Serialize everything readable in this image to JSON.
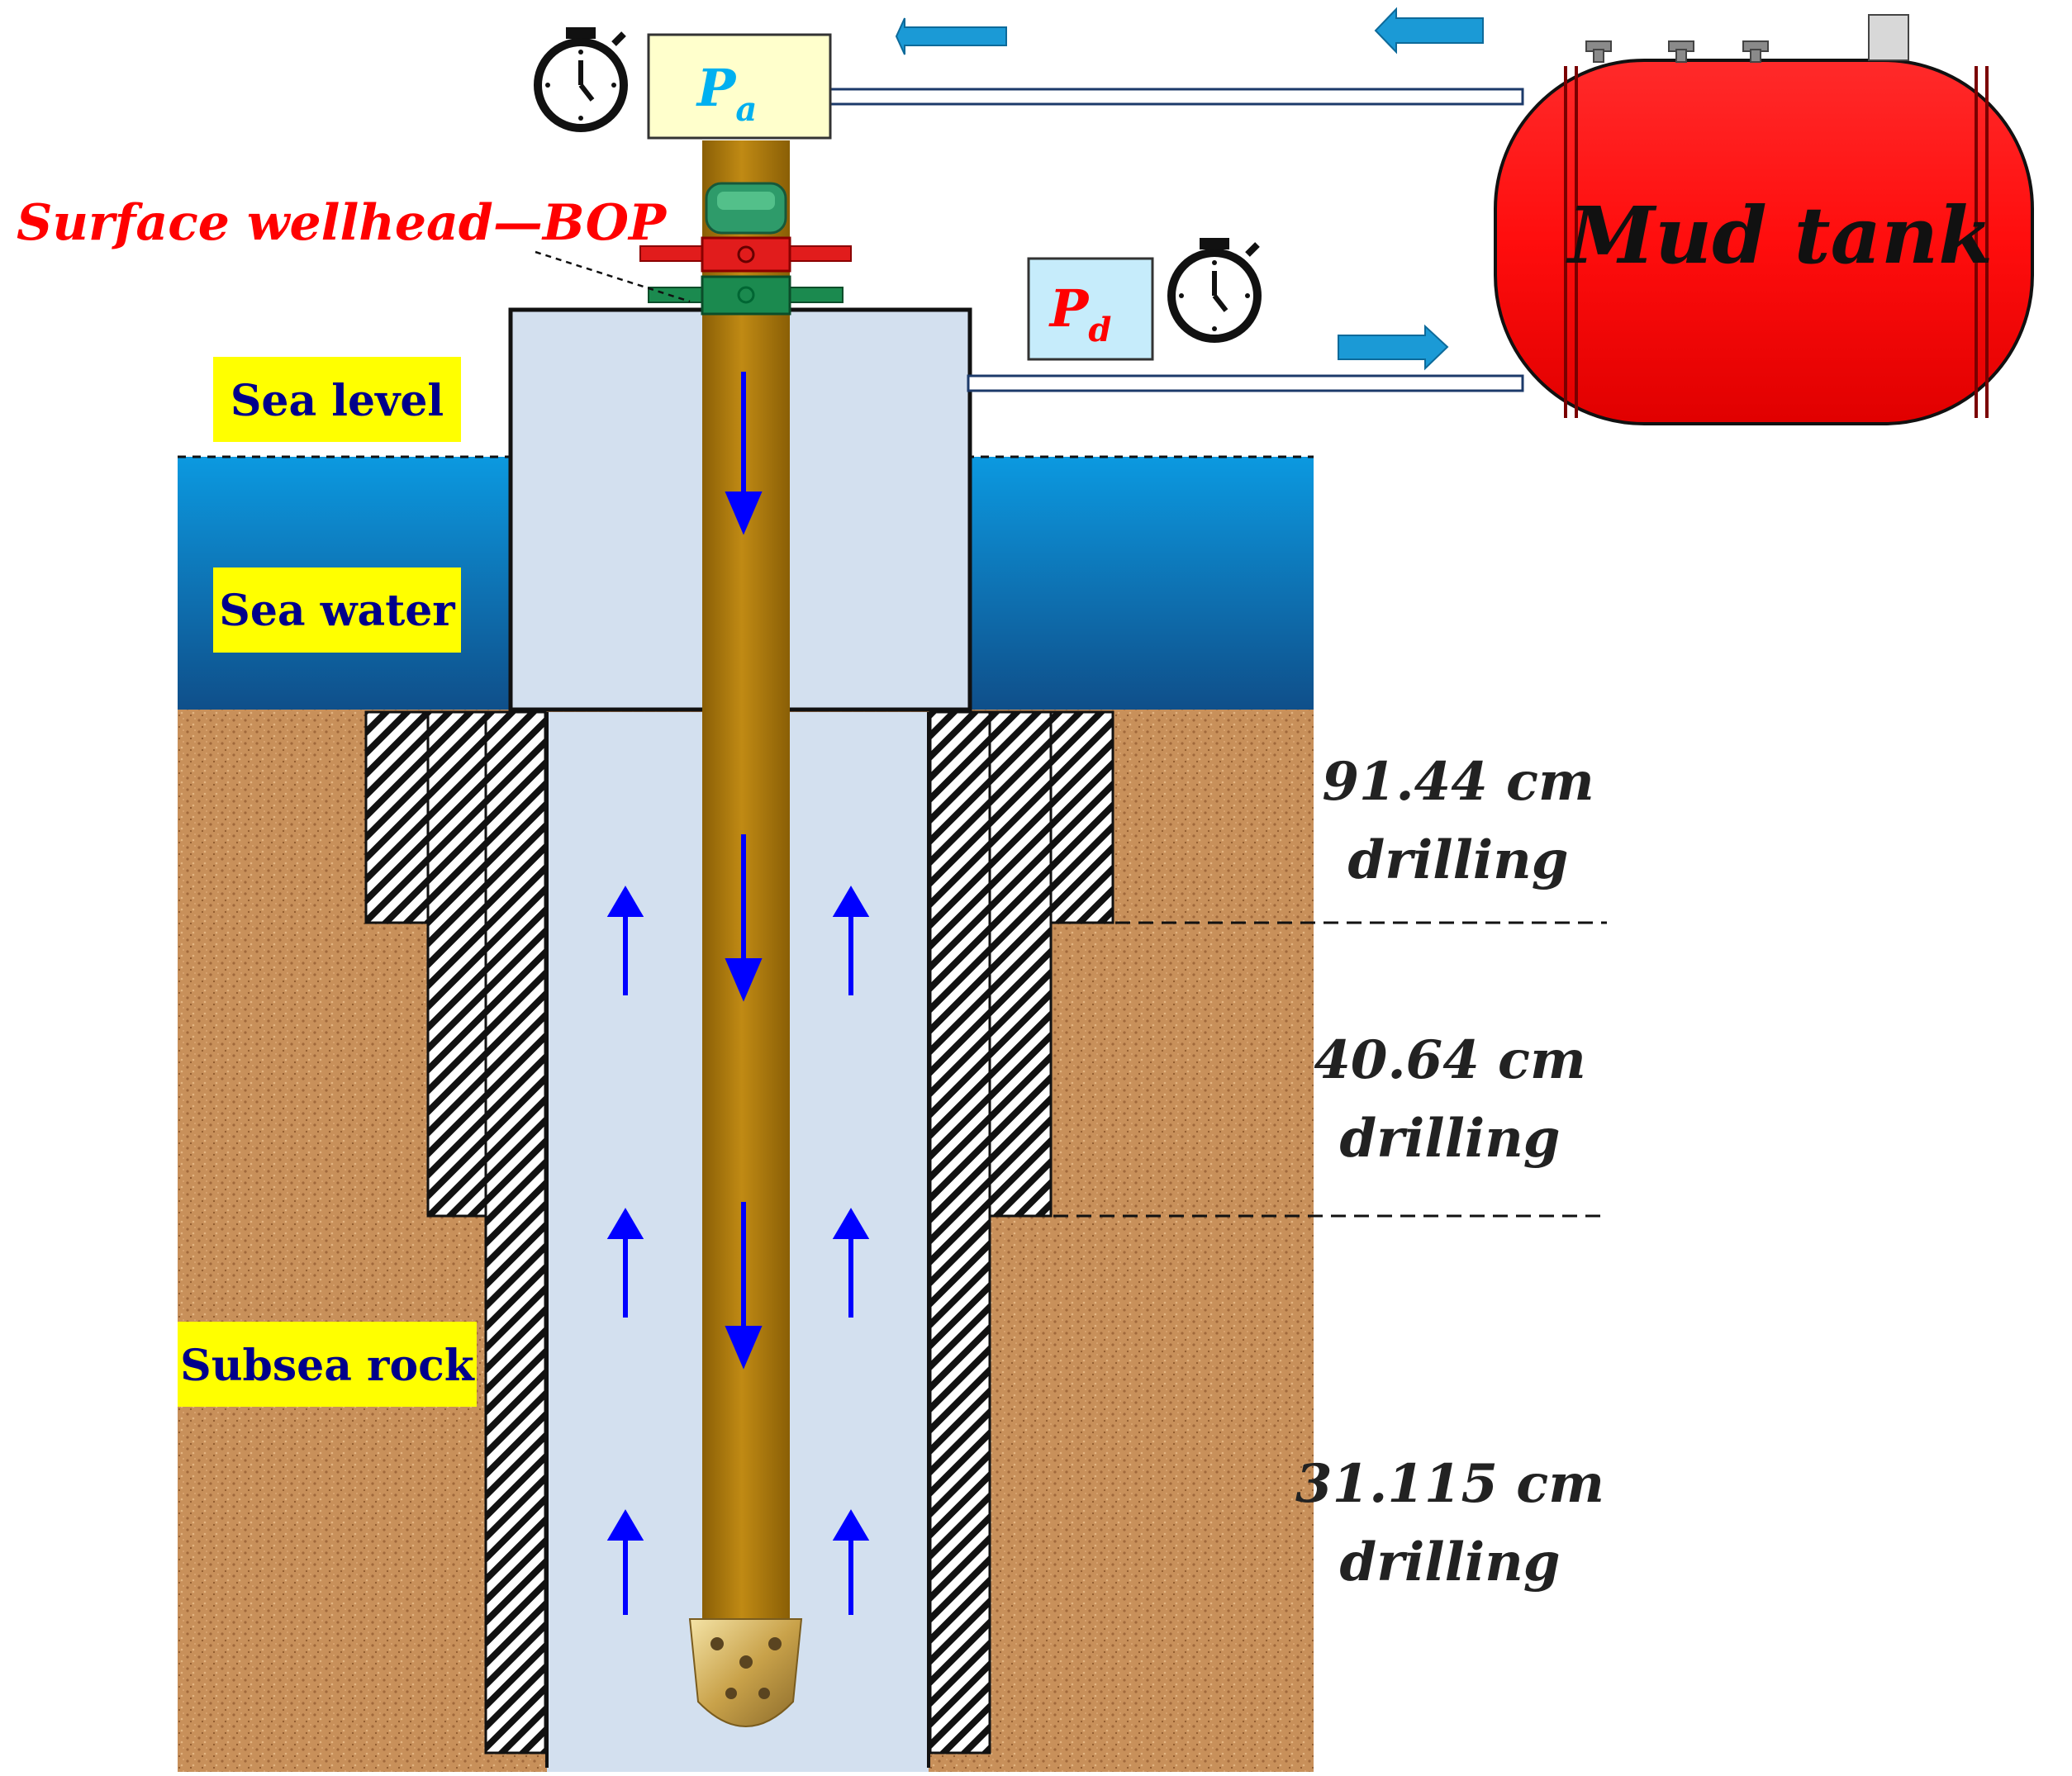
{
  "labels": {
    "bop": "Surface wellhead—BOP",
    "sea_level": "Sea level",
    "sea_water": "Sea water",
    "subsea_rock": "Subsea rock",
    "mud_tank": "Mud tank"
  },
  "gauges": {
    "pa": {
      "main": "P",
      "sub": "a"
    },
    "pd": {
      "main": "P",
      "sub": "d"
    }
  },
  "sections": [
    {
      "size": "91.44 cm",
      "word": "drilling"
    },
    {
      "size": "40.64 cm",
      "word": "drilling"
    },
    {
      "size": "31.115 cm",
      "word": "drilling"
    }
  ],
  "icons": {
    "timer": "stopwatch-icon",
    "flow": "arrow-icon",
    "bit": "drill-bit-icon"
  },
  "colors": {
    "sea": "#1a7fc4",
    "rock": "#c8905a",
    "pipe": "#b07d10",
    "annulus": "#d3e0ef",
    "tank": "#ff0d0d",
    "label_box": "#ffff00",
    "label_text": "#00008b",
    "bop_text": "#ff0000",
    "pa_text": "#00b0f0",
    "pd_text": "#ff0000",
    "flow_arrow": "#0000ff",
    "line_arrow": "#1b9ad6"
  }
}
